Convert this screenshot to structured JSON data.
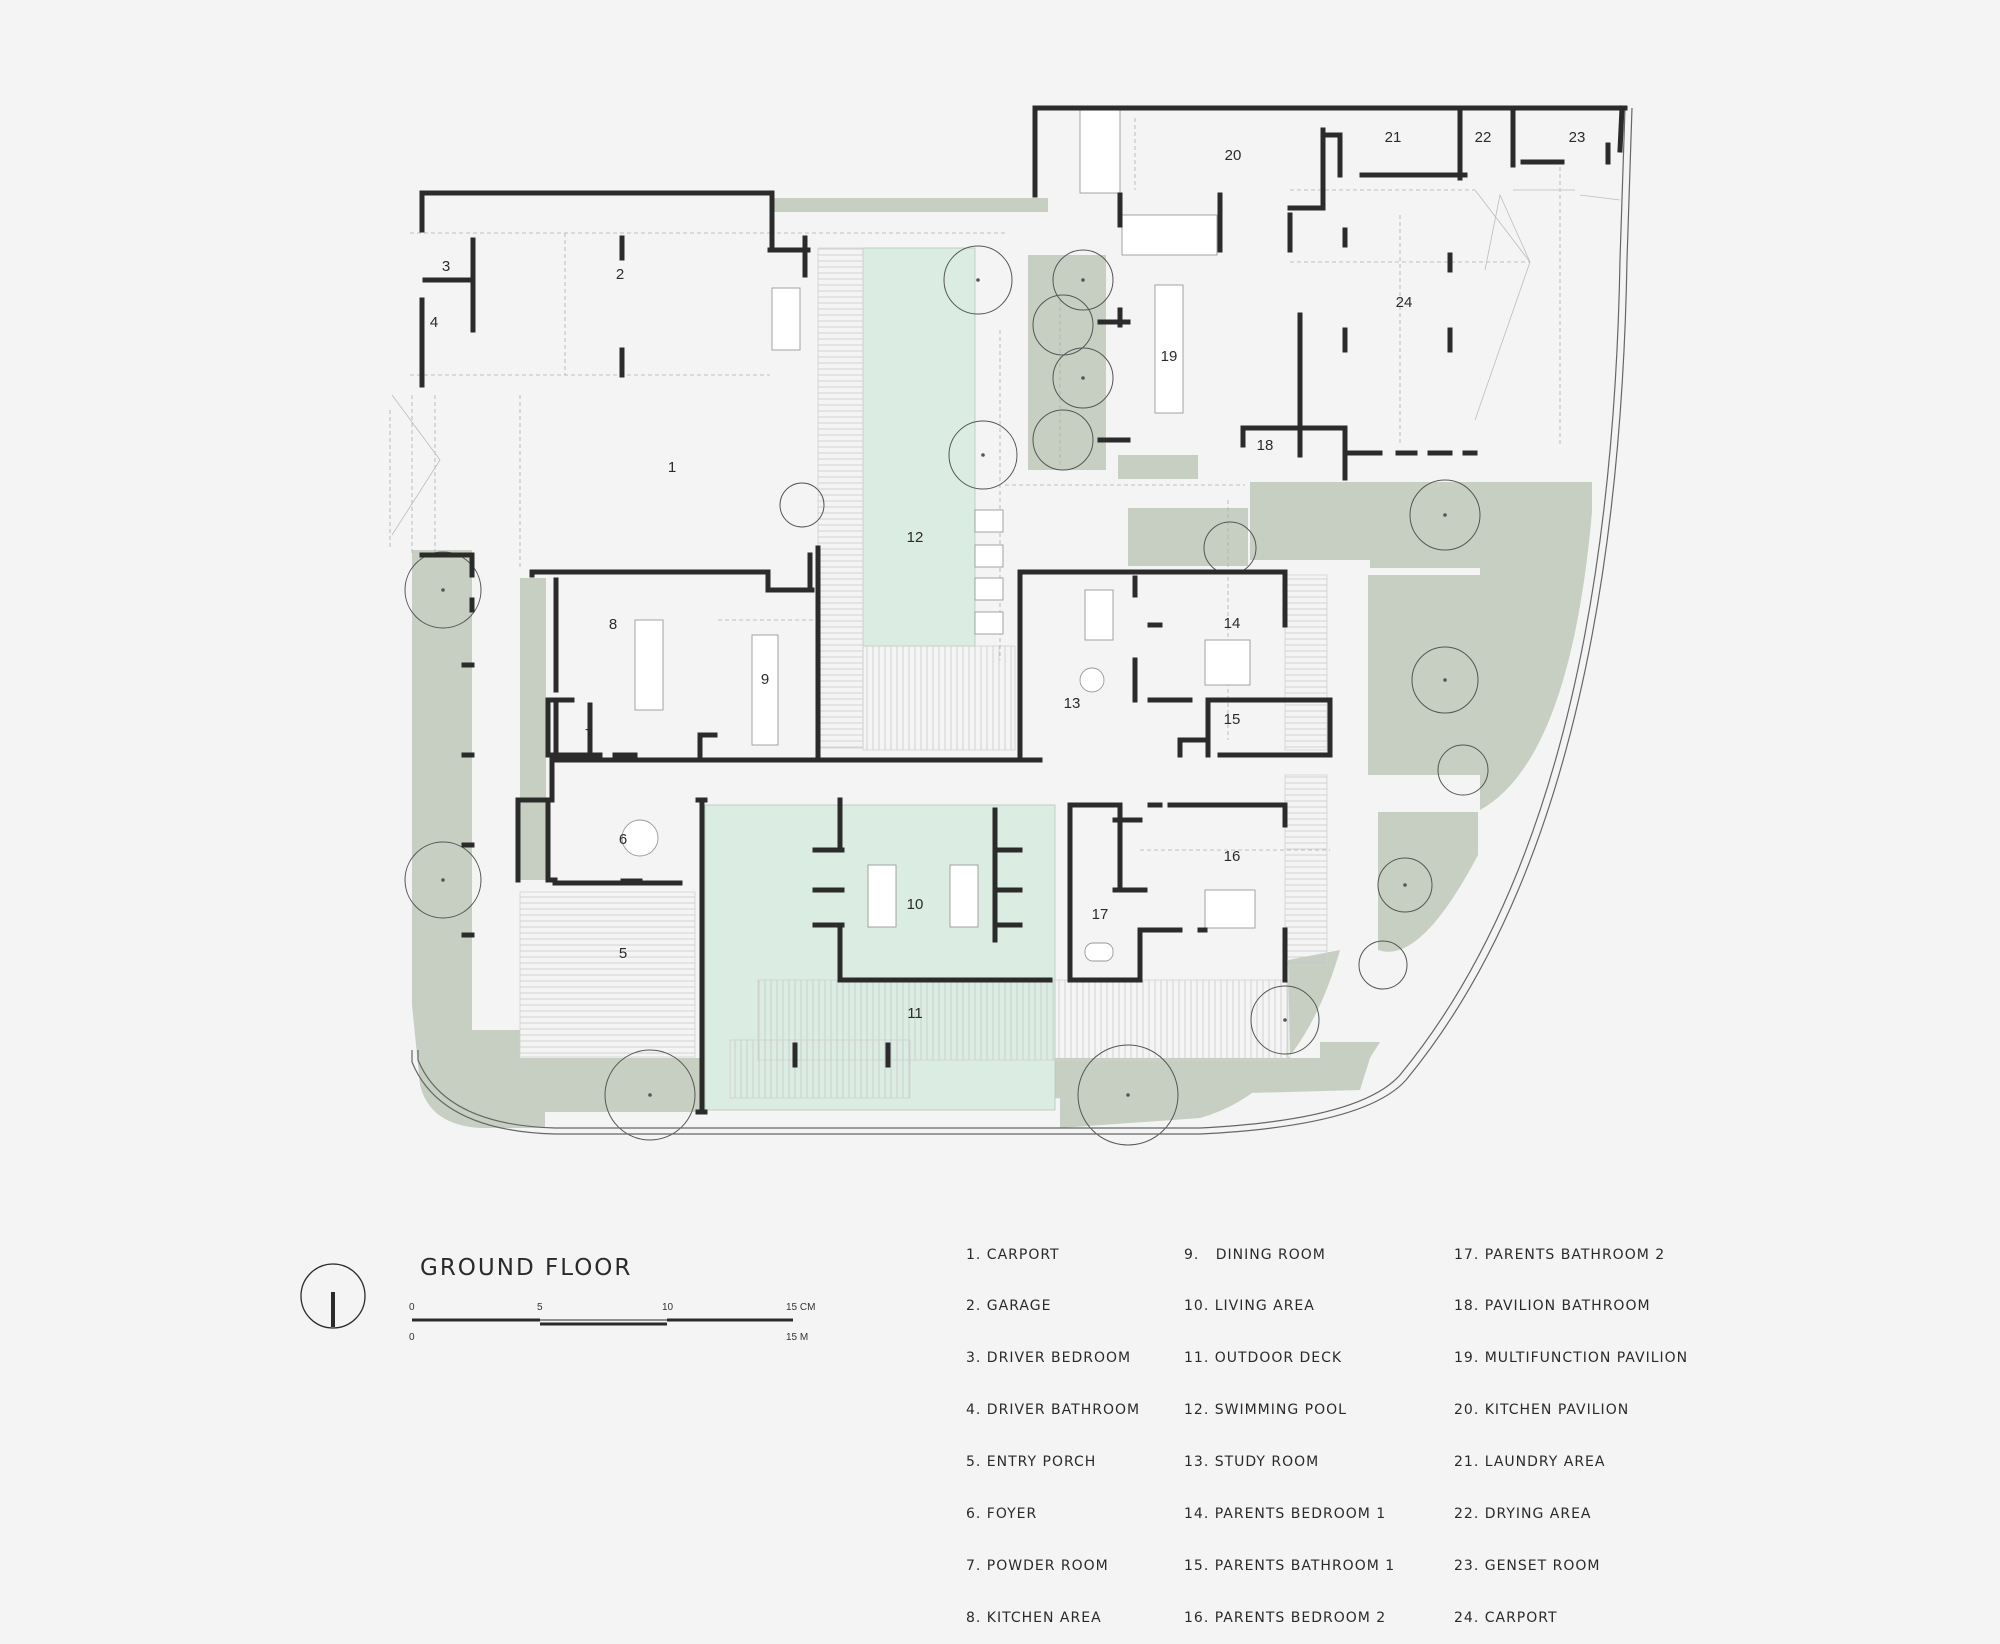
{
  "plan": {
    "title": "GROUND FLOOR",
    "colors": {
      "background": "#f4f4f4",
      "wall": "#2b2b2b",
      "garden": "#c7cfc3",
      "pool": "#dbece3",
      "deck_line": "#c4c4c4",
      "thin_line": "#9a9a9a"
    },
    "room_numbers": [
      "1",
      "2",
      "3",
      "4",
      "5",
      "6",
      "7",
      "8",
      "9",
      "10",
      "11",
      "12",
      "13",
      "14",
      "15",
      "16",
      "17",
      "18",
      "19",
      "20",
      "21",
      "22",
      "23",
      "24"
    ],
    "legend": {
      "col1": [
        "1. CARPORT",
        "2. GARAGE",
        "3. DRIVER BEDROOM",
        "4. DRIVER BATHROOM",
        "5. ENTRY PORCH",
        "6. FOYER",
        "7. POWDER ROOM",
        "8. KITCHEN AREA"
      ],
      "col2": [
        "9.   DINING ROOM",
        "10. LIVING AREA",
        "11. OUTDOOR DECK",
        "12. SWIMMING POOL",
        "13. STUDY ROOM",
        "14. PARENTS BEDROOM 1",
        "15. PARENTS BATHROOM 1",
        "16. PARENTS BEDROOM 2"
      ],
      "col3": [
        "17. PARENTS BATHROOM 2",
        "18. PAVILION BATHROOM",
        "19. MULTIFUNCTION PAVILION",
        "20. KITCHEN PAVILION",
        "21. LAUNDRY AREA",
        "22. DRYING AREA",
        "23. GENSET ROOM",
        "24. CARPORT"
      ]
    },
    "scale_bar": {
      "top_labels": [
        "0",
        "5",
        "10",
        "15 CM"
      ],
      "bottom_labels": [
        "0",
        "15 M"
      ]
    },
    "icons": {
      "north_arrow": "north-arrow-icon"
    }
  }
}
